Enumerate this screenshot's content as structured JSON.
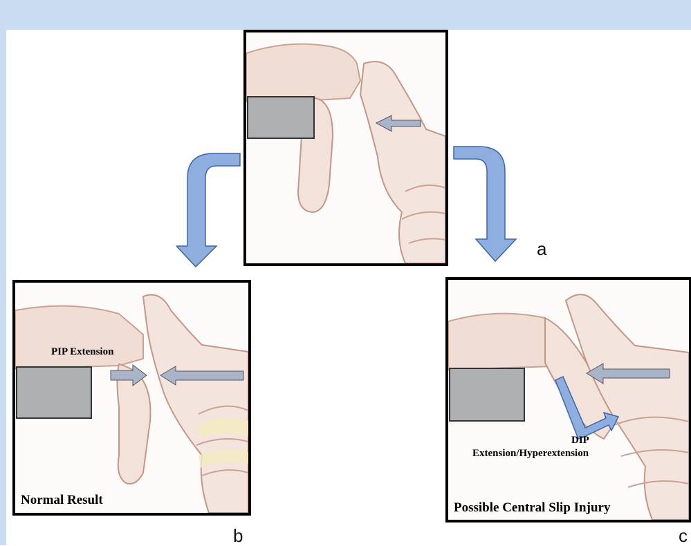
{
  "panels": {
    "a": {
      "letter": "a"
    },
    "b": {
      "letter": "b",
      "annotation": "PIP Extension",
      "result": "Normal Result"
    },
    "c": {
      "letter": "c",
      "annotation_line1": "DIP",
      "annotation_line2": "Extension/Hyperextension",
      "result": "Possible Central Slip Injury"
    }
  },
  "colors": {
    "arrow_blue": "#8eaee0",
    "arrow_gray": "#a9b4c8",
    "block_gray": "#a9acb0",
    "skin_tint": "#e0c0b2",
    "band": "#c9dcf1"
  },
  "icons": [
    "finger-sketch",
    "gray-block",
    "arrow-left",
    "arrow-right",
    "curved-arrow-down"
  ]
}
